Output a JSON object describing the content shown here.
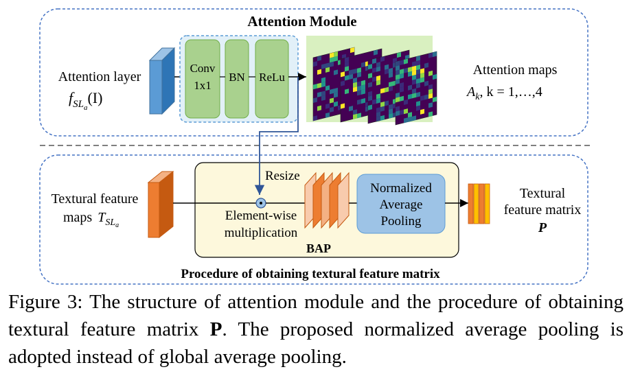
{
  "top_module": {
    "title": "Attention Module",
    "input_label": "Attention layer",
    "input_symbol_base": "f",
    "input_symbol_sub": "SL",
    "input_symbol_subsub": "a",
    "input_symbol_arg": "(I)",
    "layers": [
      "Conv",
      "1x1",
      "BN",
      "ReLu"
    ],
    "output_label": "Attention maps",
    "output_formula_var": "A",
    "output_formula_sub": "k",
    "output_formula_rest": ",  k = 1,…,4"
  },
  "bottom_module": {
    "title": "Procedure of obtaining textural feature matrix",
    "input_label_line1": "Textural feature",
    "input_label_line2": "maps",
    "input_symbol_base": "T",
    "input_symbol_sub": "SL",
    "input_symbol_subsub": "a",
    "resize_label": "Resize",
    "mult_label_line1": "Element-wise",
    "mult_label_line2": "multiplication",
    "pool_lines": [
      "Normalized",
      "Average",
      "Pooling"
    ],
    "bap_label": "BAP",
    "output_label_line1": "Textural",
    "output_label_line2": "feature matrix",
    "output_symbol": "P"
  },
  "caption": {
    "part1": "Figure 3:  The structure of attention module and the procedure of obtaining textural feature matrix ",
    "bold": "P",
    "part2": ".  The proposed normalized average pooling is adopted instead of global average pooling."
  },
  "colors": {
    "cube_blue": "#5b9bd5",
    "layer_green": "#a9d18e",
    "layer_panel": "#e2f0f8",
    "map_bg": "#d9f0c0",
    "orange": "#ed7d31",
    "bap_fill": "#fdf8dc",
    "pool_blue": "#9dc3e6",
    "dashed": "#4472c4"
  }
}
